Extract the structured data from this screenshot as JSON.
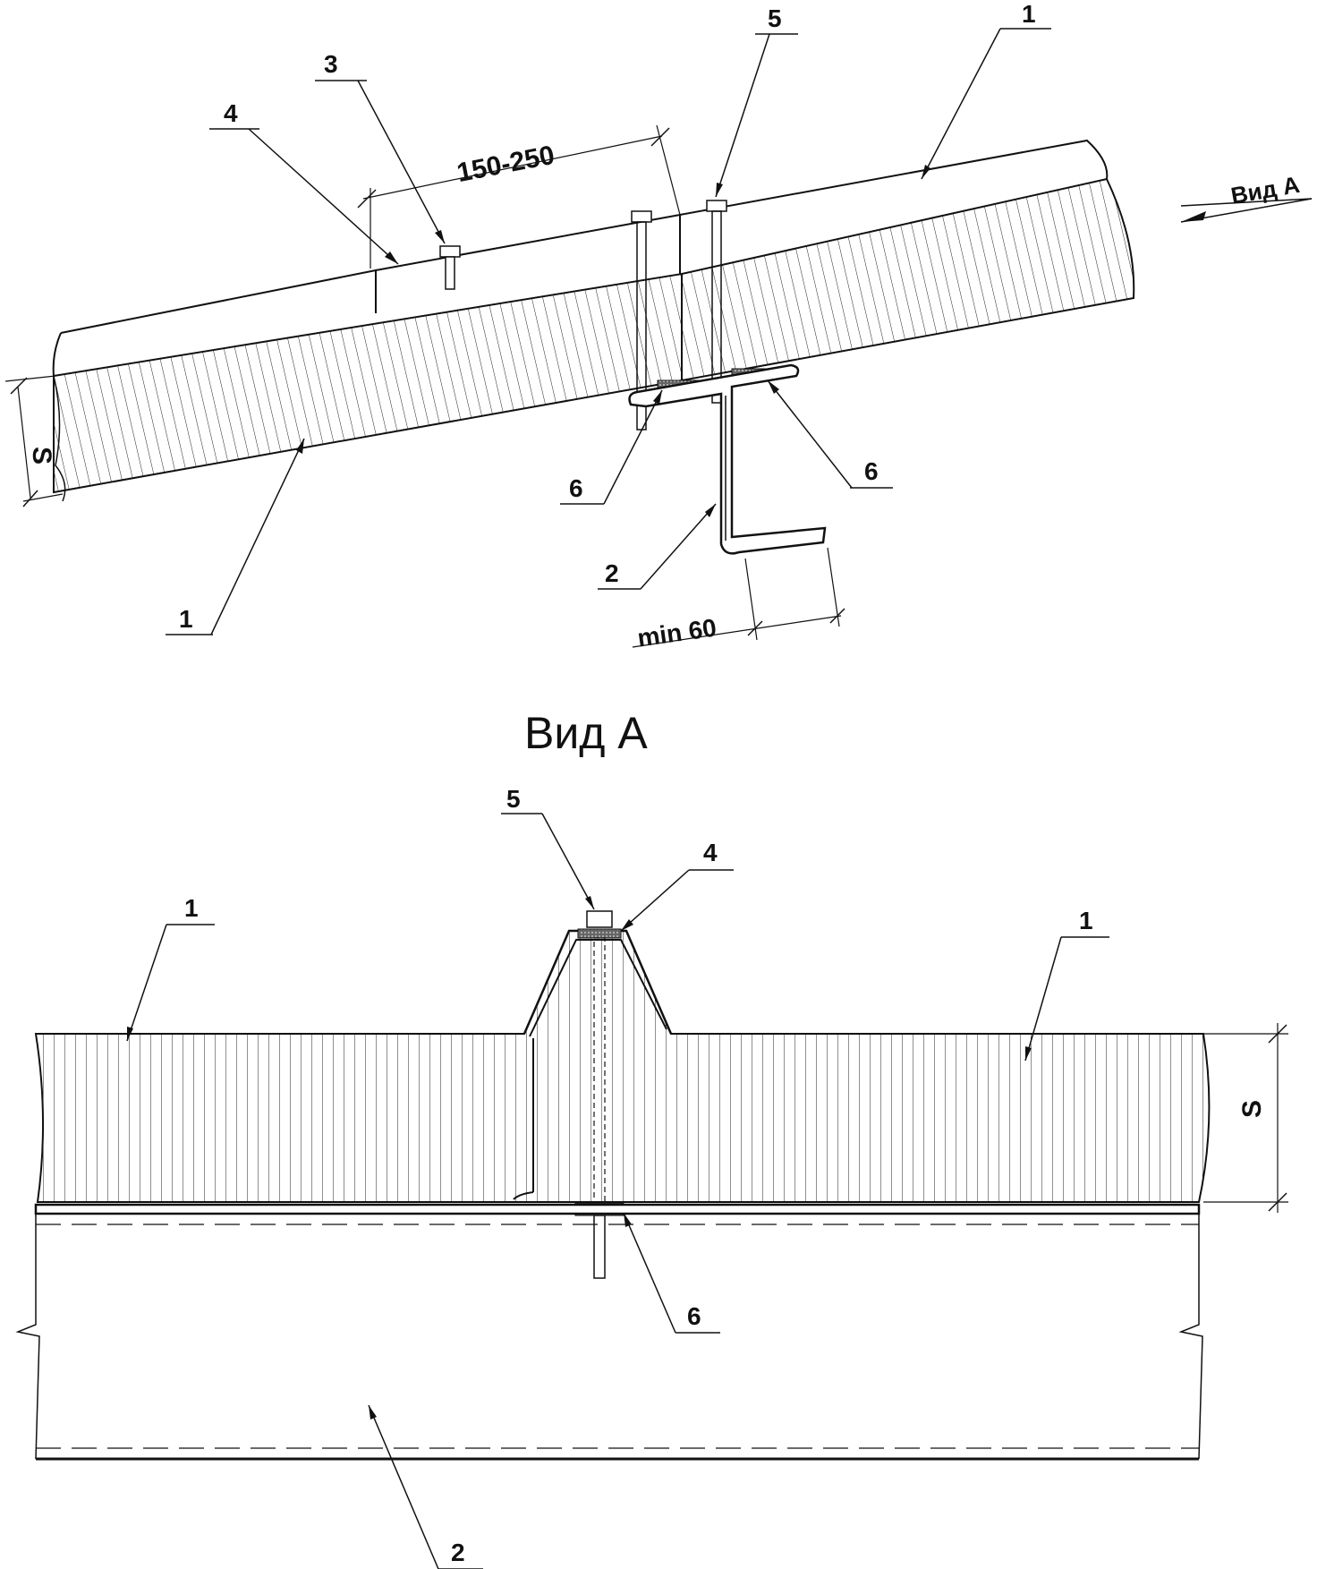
{
  "section_view": {
    "callouts": [
      "1",
      "1",
      "2",
      "3",
      "4",
      "5",
      "6",
      "6"
    ],
    "dim_overlap": "150-250",
    "dim_flange": "min 60",
    "dim_thickness": "S",
    "view_arrow_label": "Вид А"
  },
  "view_a": {
    "title": "Вид А",
    "callouts": [
      "1",
      "1",
      "2",
      "4",
      "5",
      "6"
    ],
    "dim_thickness": "S"
  }
}
